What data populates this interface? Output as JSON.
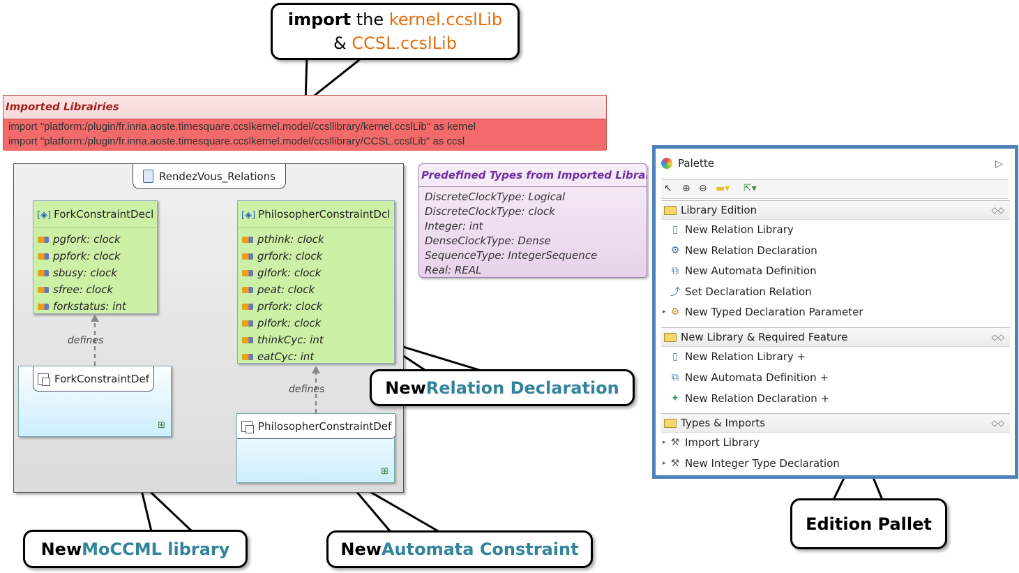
{
  "callouts": {
    "import": {
      "bold": "import",
      "mid": " the ",
      "lib1": "kernel.ccslLib",
      "amp": "& ",
      "lib2": "CCSL.ccslLib"
    },
    "relation_decl": {
      "plain": "New ",
      "accent": "Relation Declaration"
    },
    "moccml": {
      "plain": "New ",
      "accent": "MoCCML library"
    },
    "automata": {
      "plain": "New ",
      "accent": "Automata Constraint"
    },
    "pallet": {
      "plain": "Edition Pallet"
    }
  },
  "imported_libraries": {
    "header": "Imported Librairies",
    "lines": [
      "import \"platform:/plugin/fr.inria.aoste.timesquare.ccslkernel.model/ccsllibrary/kernel.ccslLib\" as kernel",
      "import \"platform:/plugin/fr.inria.aoste.timesquare.ccslkernel.model/ccsllibrary/CCSL.ccslLib\" as ccsl"
    ]
  },
  "library": {
    "title": "RendezVous_Relations",
    "fork_decl": {
      "name": "ForkConstraintDecl",
      "params": [
        "pgfork: clock",
        "ppfork: clock",
        "sbusy: clock",
        "sfree: clock",
        "forkstatus: int"
      ]
    },
    "philo_decl": {
      "name": "PhilosopherConstraintDcl",
      "params": [
        "pthink: clock",
        "grfork: clock",
        "glfork: clock",
        "peat: clock",
        "prfork: clock",
        "plfork: clock",
        "thinkCyc: int",
        "eatCyc: int"
      ]
    },
    "fork_def": {
      "name": "ForkConstraintDef"
    },
    "philo_def": {
      "name": "PhilosopherConstraintDef"
    },
    "defines_label": "defines"
  },
  "predefined": {
    "header": "Predefined Types from Imported Librairies",
    "lines": [
      "DiscreteClockType: Logical",
      "DiscreteClockType: clock",
      "Integer: int",
      "DenseClockType: Dense",
      "SequenceType: IntegerSequence",
      "Real: REAL"
    ]
  },
  "palette": {
    "title": "Palette",
    "drawers": [
      {
        "label": "Library Edition",
        "items": [
          "New Relation Library",
          "New Relation Declaration",
          "New Automata Definition",
          "Set Declaration Relation",
          "New Typed Declaration Parameter"
        ]
      },
      {
        "label": "New Library & Required Feature",
        "items": [
          "New Relation Library +",
          "New Automata Definition +",
          "New Relation Declaration +"
        ]
      },
      {
        "label": "Types & Imports",
        "items": [
          "Import Library",
          "New Integer Type Declaration"
        ]
      }
    ]
  }
}
